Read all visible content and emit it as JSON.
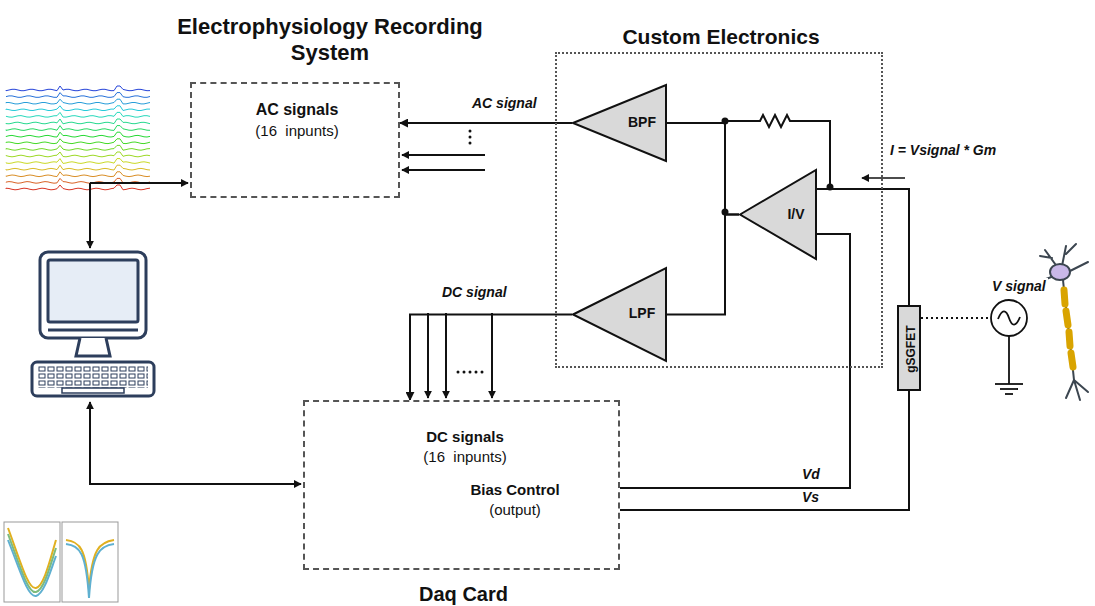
{
  "diagram": {
    "nodes": [
      {
        "text": [
          "Electrophysiology Recording System",
          "AC signals",
          "(16  inpunts)"
        ]
      },
      {
        "text": [
          "Custom Electronics"
        ]
      },
      {
        "text": [
          "BPF"
        ],
        "in": 1
      },
      {
        "text": [
          "I/V"
        ],
        "in": 1
      },
      {
        "text": [
          "LPF"
        ],
        "in": 1
      },
      {
        "text": [
          "gSGFET"
        ]
      },
      {
        "text": [
          "DC signals",
          "(16  inpunts)",
          "Bias Control",
          "(output)",
          "Daq Card"
        ]
      }
    ],
    "edges": [
      {
        "from": 2,
        "to": 0,
        "arrow": "to",
        "label": "AC signal"
      },
      {
        "from": 4,
        "to": 6,
        "arrow": "to",
        "label": "DC signal"
      },
      {
        "from": 3,
        "to": 2,
        "arrow": "none"
      },
      {
        "from": 3,
        "to": 4,
        "arrow": "none"
      },
      {
        "from": 5,
        "to": 3,
        "arrow": "none"
      },
      {
        "from": 6,
        "to": 3,
        "arrow": "none",
        "label": "Vd"
      },
      {
        "from": 6,
        "to": 5,
        "arrow": "none",
        "label": "Vs"
      }
    ],
    "labels": [
      "I = Vsignal * Gm",
      "V signal"
    ]
  }
}
